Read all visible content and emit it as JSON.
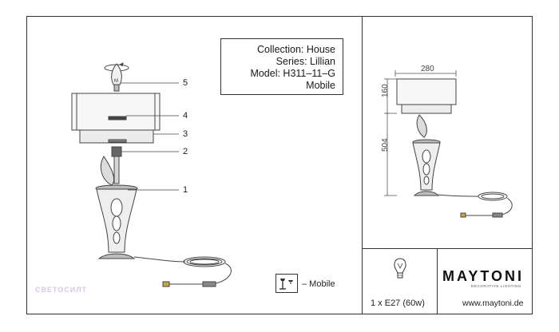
{
  "info": {
    "collection": "Collection: House",
    "series": "Series: Lillian",
    "model": "Model: H311–11–G",
    "type": "Mobile"
  },
  "callouts": [
    "5",
    "4",
    "3",
    "2",
    "1"
  ],
  "dimensions": {
    "width": "280",
    "shade_height": "160",
    "total_height": "504"
  },
  "legend": {
    "mobile_label": "– Mobile"
  },
  "footer": {
    "lamp_spec": "1 x E27 (60w)",
    "brand": "MAYTONI",
    "brand_tagline": "DECORATIVE LIGHTING",
    "website": "www.maytoni.de"
  },
  "watermark": "СВЕТОСИЛТ",
  "icons": [
    "rotate-arrow-icon",
    "bulb-icon",
    "table-lamp-icon"
  ]
}
